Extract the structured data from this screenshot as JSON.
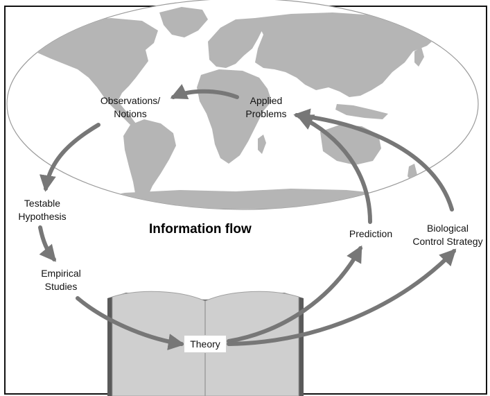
{
  "title": "Information flow",
  "nodes": {
    "observations": [
      "Observations/",
      "Notions"
    ],
    "applied": [
      "Applied",
      "Problems"
    ],
    "testable": [
      "Testable",
      "Hypothesis"
    ],
    "empirical": [
      "Empirical",
      "Studies"
    ],
    "theory": "Theory",
    "prediction": "Prediction",
    "biocontrol": [
      "Biological",
      "Control Strategy"
    ]
  },
  "colors": {
    "land": "#b5b5b5",
    "arrow": "#777777",
    "book_page": "#cfcfcf",
    "book_cover": "#5a5a5a"
  }
}
